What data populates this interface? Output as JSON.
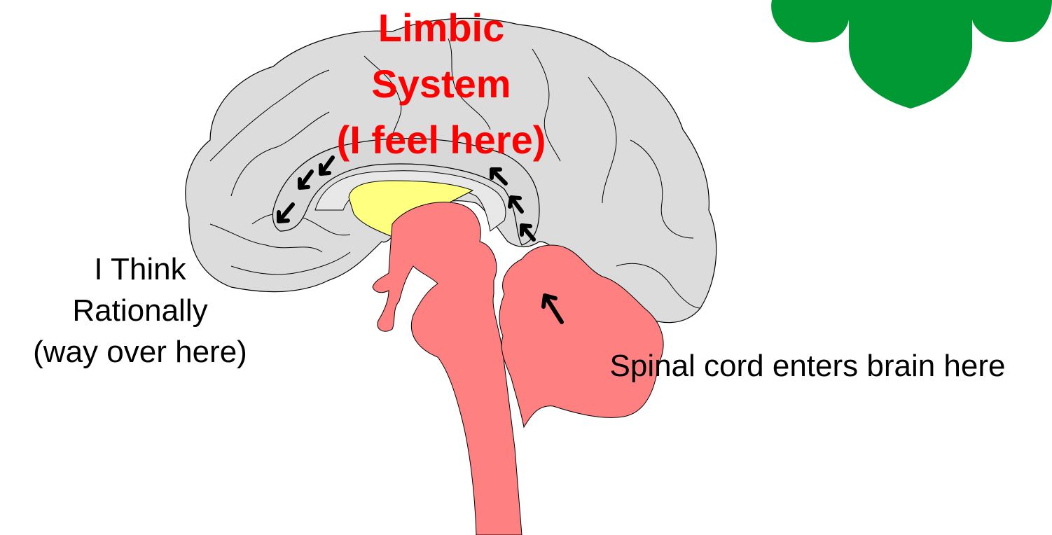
{
  "labels": {
    "limbic": [
      "Limbic",
      "System",
      "(I feel here)"
    ],
    "think": [
      "I Think",
      "Rationally",
      "(way over here)"
    ],
    "spinal": "Spinal cord enters brain here"
  },
  "colors": {
    "cortex": "#dcdcdc",
    "brainstem": "#ff8080",
    "corpus_callosum_core": "#ffff80",
    "logo": "#009933",
    "limbic_text": "#ff0000",
    "arrows": "#000000"
  },
  "icons": {
    "logo": "trefoil-icon"
  }
}
